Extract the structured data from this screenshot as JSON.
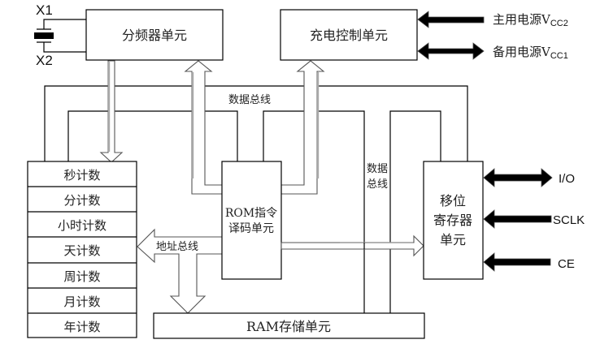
{
  "diagram": {
    "title": "DS1302 internal block diagram",
    "crystal": {
      "pin_top": "X1",
      "pin_bottom": "X2"
    },
    "blocks": {
      "divider": "分频器单元",
      "charge_control": "充电控制单元",
      "rom_decoder_line1": "ROM指令",
      "rom_decoder_line2": "译码单元",
      "shift_register_line1": "移位",
      "shift_register_line2": "寄存器",
      "shift_register_line3": "单元",
      "ram": "RAM存储单元"
    },
    "counters": [
      "秒计数",
      "分计数",
      "小时计数",
      "天计数",
      "周计数",
      "月计数",
      "年计数"
    ],
    "buses": {
      "data_bus_top": "数据总线",
      "data_bus_right_line1": "数据",
      "data_bus_right_line2": "总线",
      "address_bus": "地址总线"
    },
    "power": [
      {
        "label": "主用电源V",
        "subscript": "CC2",
        "direction": "in"
      },
      {
        "label": "备用电源V",
        "subscript": "CC1",
        "direction": "bidirectional"
      }
    ],
    "pins": [
      {
        "label": "I/O",
        "direction": "bidirectional"
      },
      {
        "label": "SCLK",
        "direction": "in"
      },
      {
        "label": "CE",
        "direction": "in"
      }
    ]
  }
}
